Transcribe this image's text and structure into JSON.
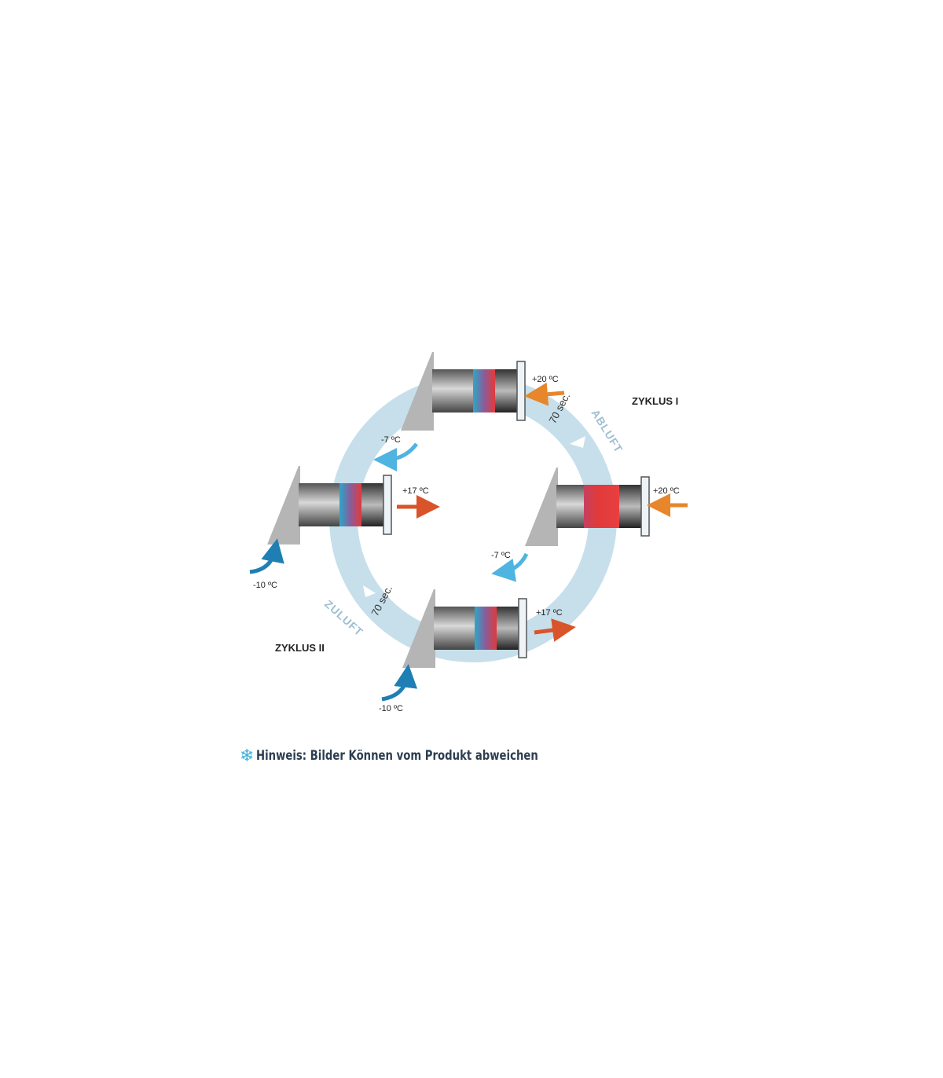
{
  "diagram": {
    "cycle_1_label": "ZYKLUS I",
    "cycle_2_label": "ZYKLUS II",
    "exhaust_label": "ABLUFT",
    "supply_label": "ZULUFT",
    "duration_top": "70 sec.",
    "duration_bottom": "70 sec.",
    "temps": {
      "top_indoor": "+20 ºC",
      "top_outdoor": "-7 ºC",
      "left_indoor": "+17 ºC",
      "left_outdoor": "-10 ºC",
      "right_indoor": "+20 ºC",
      "right_outdoor": "-7 ºC",
      "bottom_indoor": "+17 ºC",
      "bottom_outdoor": "-10 ºC"
    },
    "colors": {
      "ring": "#c6dfeb",
      "warm": "#e8862c",
      "hot": "#d9542a",
      "cold": "#4fb4e0",
      "cold_dark": "#1f7fb5"
    }
  },
  "note": {
    "icon": "snowflake-icon",
    "text": "Hinweis: Bilder Können vom Produkt abweichen"
  }
}
